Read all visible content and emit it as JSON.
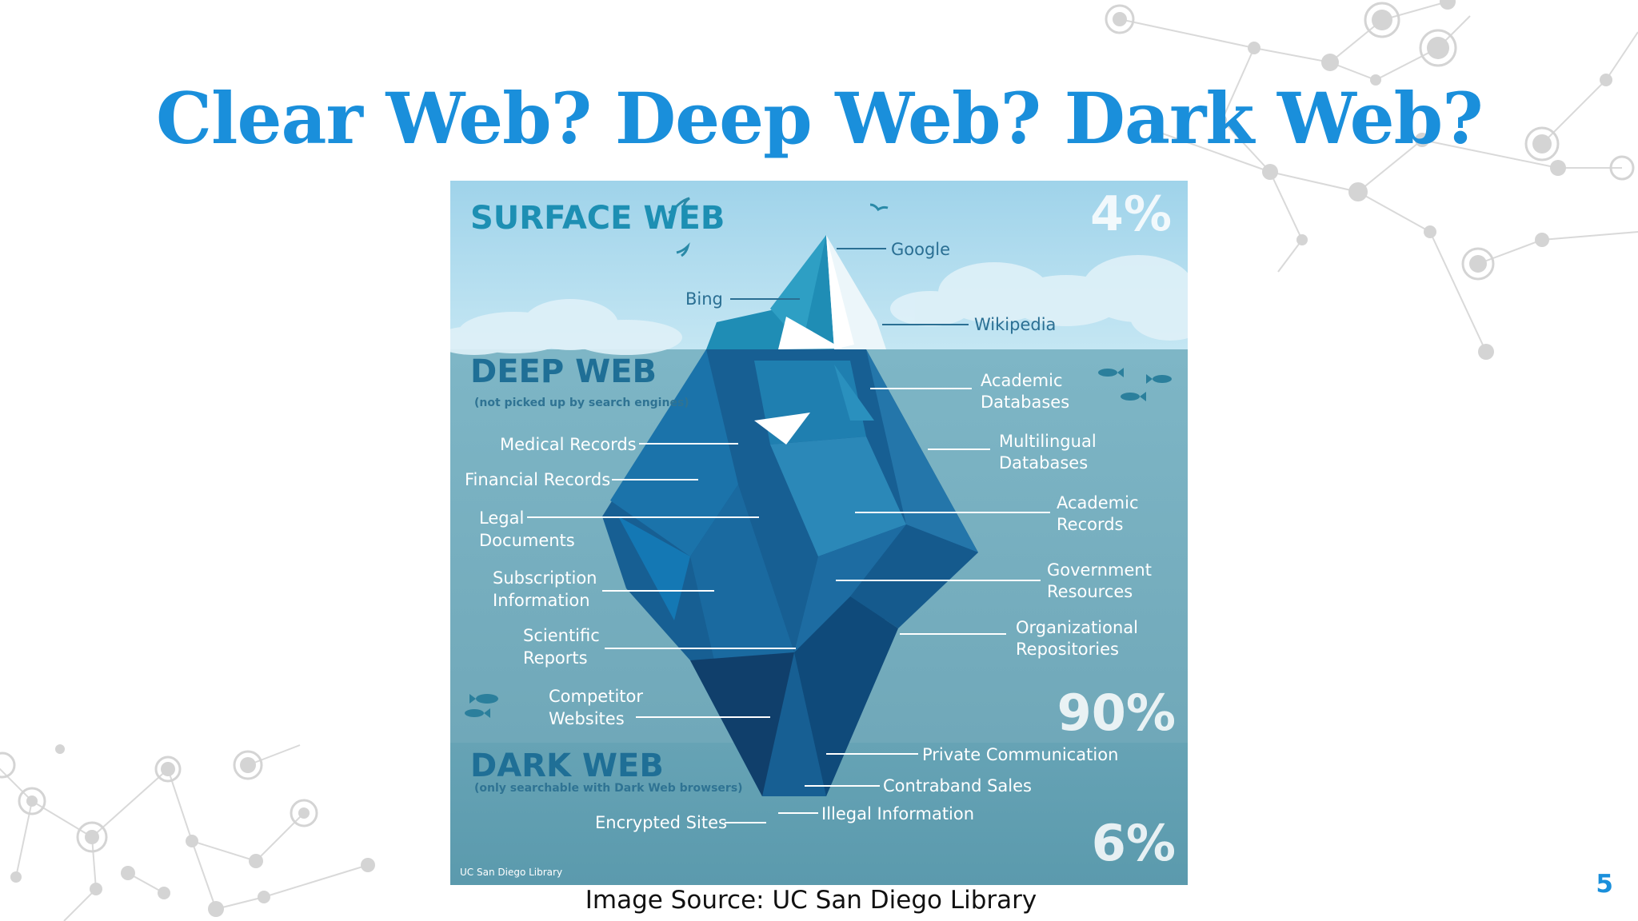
{
  "slide": {
    "title": "Clear Web? Deep Web? Dark Web?",
    "caption": "Image Source: UC San Diego Library",
    "page_number": "5"
  },
  "figure": {
    "surface": {
      "title": "SURFACE WEB",
      "percent": "4%",
      "labels": [
        "Google",
        "Bing",
        "Wikipedia"
      ]
    },
    "deep": {
      "title": "DEEP WEB",
      "subtitle": "(not picked up by search engines)",
      "percent": "90%",
      "labels_left": [
        "Medical Records",
        "Financial Records",
        "Legal",
        "Documents",
        "Subscription",
        "Information",
        "Scientific",
        "Reports",
        "Competitor",
        "Websites"
      ],
      "labels_right": [
        "Academic",
        "Databases",
        "Multilingual",
        "Databases",
        "Academic",
        "Records",
        "Government",
        "Resources",
        "Organizational",
        "Repositories"
      ]
    },
    "dark": {
      "title": "DARK WEB",
      "subtitle": "(only searchable with Dark Web browsers)",
      "percent": "6%",
      "labels": [
        "Private Communication",
        "Contraband Sales",
        "Illegal Information",
        "Encrypted Sites"
      ]
    },
    "credit": "UC San Diego Library"
  },
  "colors": {
    "title_blue": "#1a8fdb",
    "sky": "#a9d8ec",
    "deep": "#74aabb",
    "dark": "#5d9fb1",
    "ice_dark": "#0e4a78"
  }
}
